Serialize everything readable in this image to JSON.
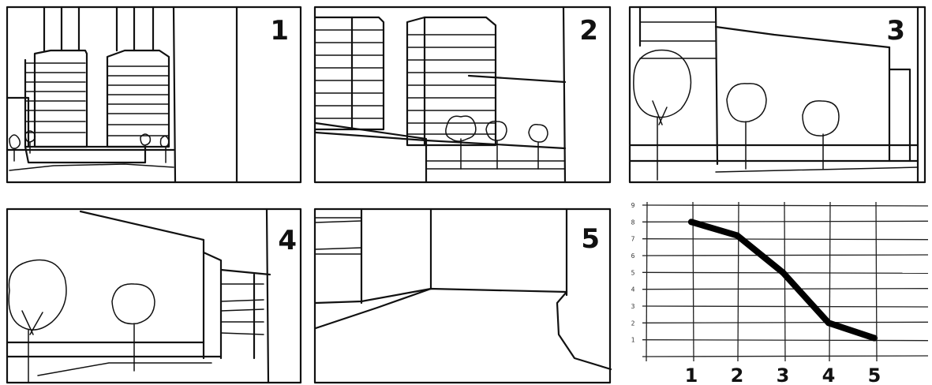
{
  "panels": [
    {
      "number": "1"
    },
    {
      "number": "2"
    },
    {
      "number": "3"
    },
    {
      "number": "4"
    },
    {
      "number": "5"
    }
  ],
  "chart_data": {
    "type": "line",
    "x": [
      "1",
      "2",
      "3",
      "4",
      "5"
    ],
    "values": [
      8,
      7.2,
      5,
      2,
      1.1
    ],
    "yticks": [
      "1",
      "2",
      "3",
      "4",
      "5",
      "6",
      "7",
      "8",
      "9"
    ],
    "ylim": [
      0,
      9
    ],
    "grid": true,
    "title": "",
    "xlabel": "",
    "ylabel": ""
  }
}
